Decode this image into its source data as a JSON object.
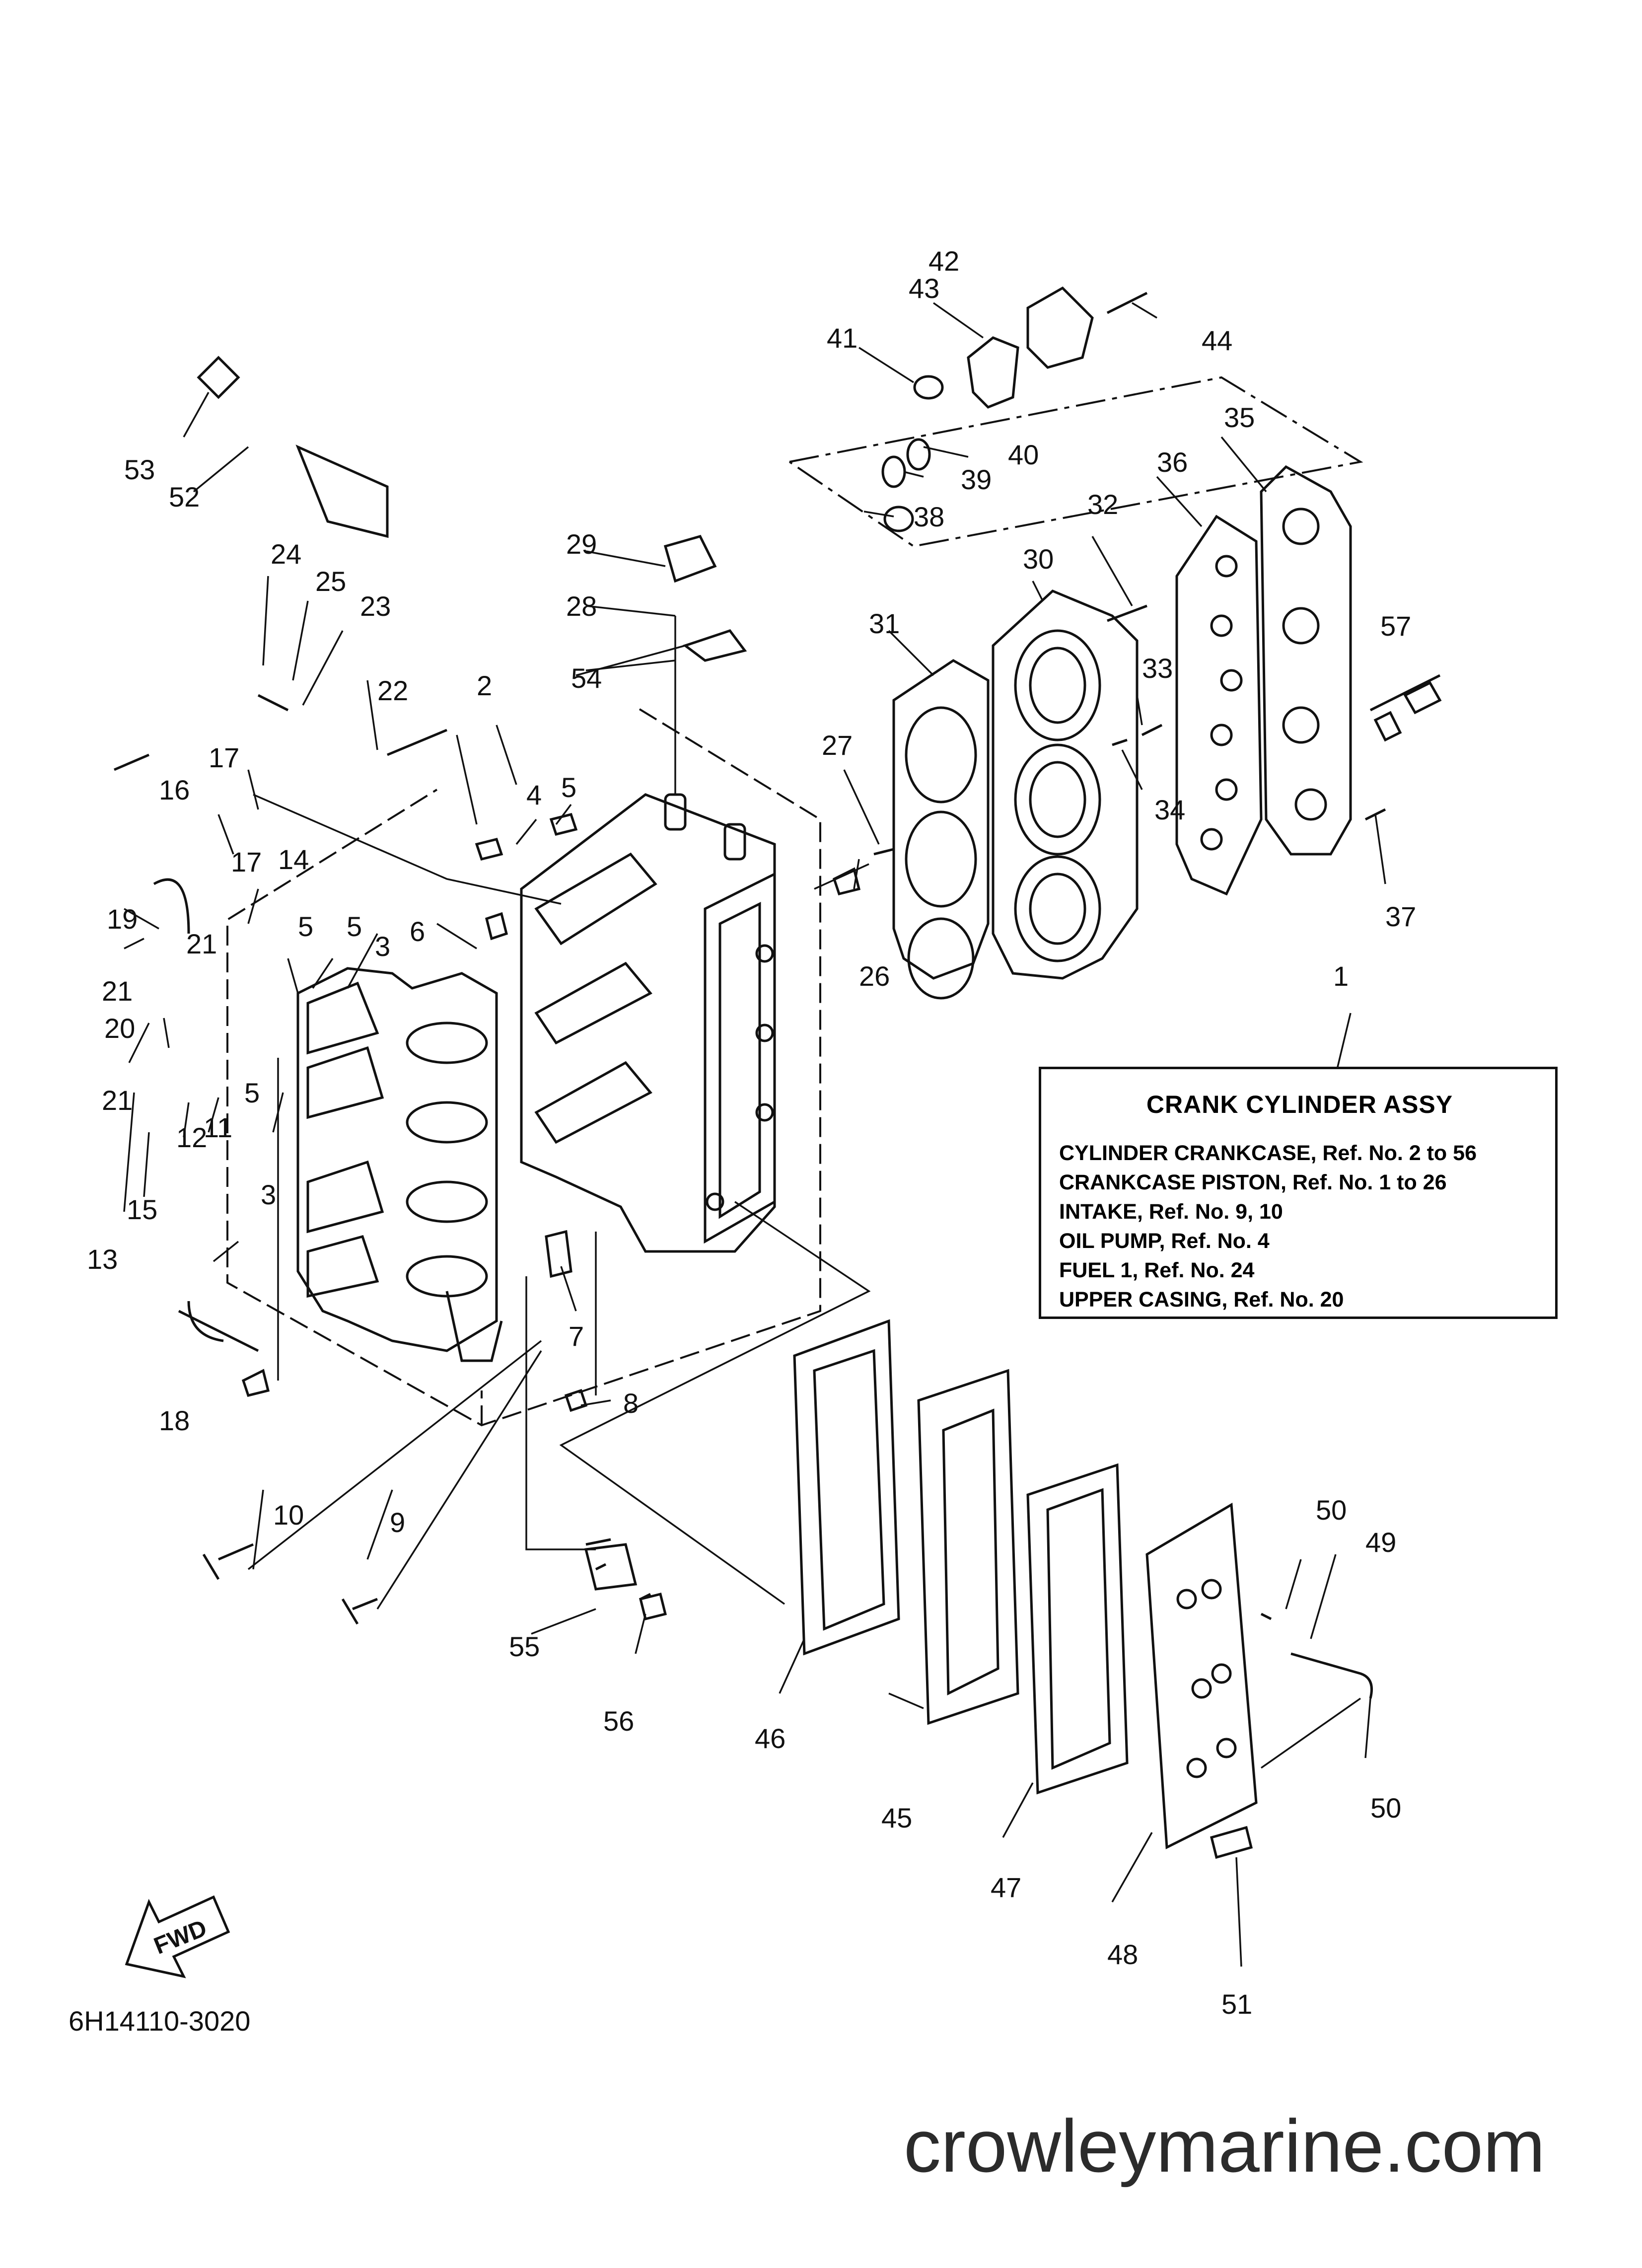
{
  "legend": {
    "title": "CRANK  CYLINDER ASSY",
    "lines": [
      "CYLINDER CRANKCASE, Ref. No. 2 to 56",
      "CRANKCASE PISTON,  Ref. No. 1 to 26",
      "INTAKE, Ref. No. 9, 10",
      "OIL PUMP, Ref. No. 4",
      "FUEL 1, Ref. No. 24",
      "UPPER CASING,  Ref. No. 20"
    ]
  },
  "callouts": [
    "1",
    "2",
    "3",
    "3",
    "4",
    "5",
    "5",
    "5",
    "5",
    "6",
    "7",
    "8",
    "9",
    "10",
    "11",
    "12",
    "13",
    "14",
    "15",
    "16",
    "17",
    "17",
    "18",
    "19",
    "20",
    "21",
    "21",
    "21",
    "22",
    "23",
    "24",
    "25",
    "26",
    "27",
    "28",
    "29",
    "30",
    "31",
    "32",
    "33",
    "34",
    "35",
    "36",
    "37",
    "38",
    "39",
    "40",
    "41",
    "42",
    "43",
    "44",
    "45",
    "46",
    "47",
    "48",
    "49",
    "50",
    "50",
    "51",
    "52",
    "53",
    "54",
    "55",
    "56",
    "57"
  ],
  "fwd_label": "FWD",
  "drawing_code": "6H14110-3020",
  "watermark": "crowleymarine.com"
}
